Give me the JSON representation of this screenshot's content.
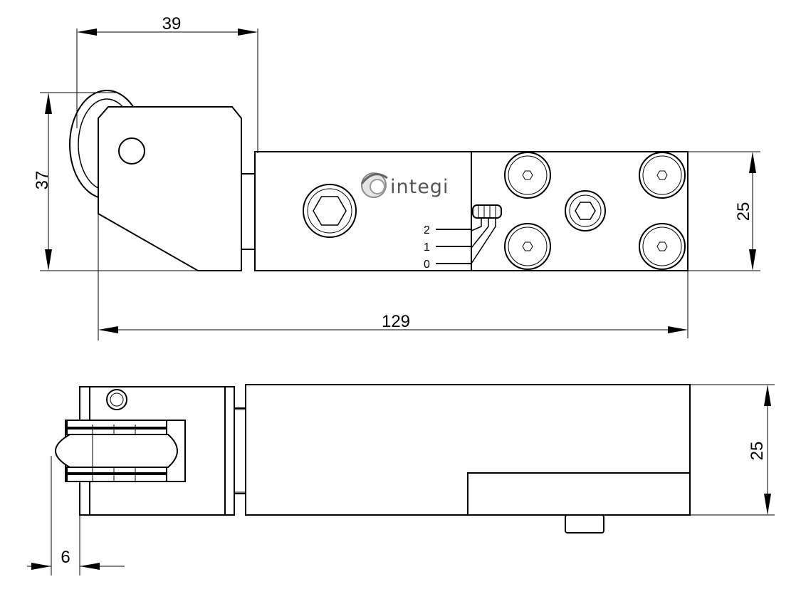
{
  "brand": {
    "logo_text": "integi"
  },
  "dimensions": {
    "top_view_width": "39",
    "top_view_height": "37",
    "body_height_top": "25",
    "overall_length": "129",
    "body_height_side": "25",
    "offset": "6"
  },
  "positions": {
    "level_2": "2",
    "level_1": "1",
    "level_0": "0"
  }
}
